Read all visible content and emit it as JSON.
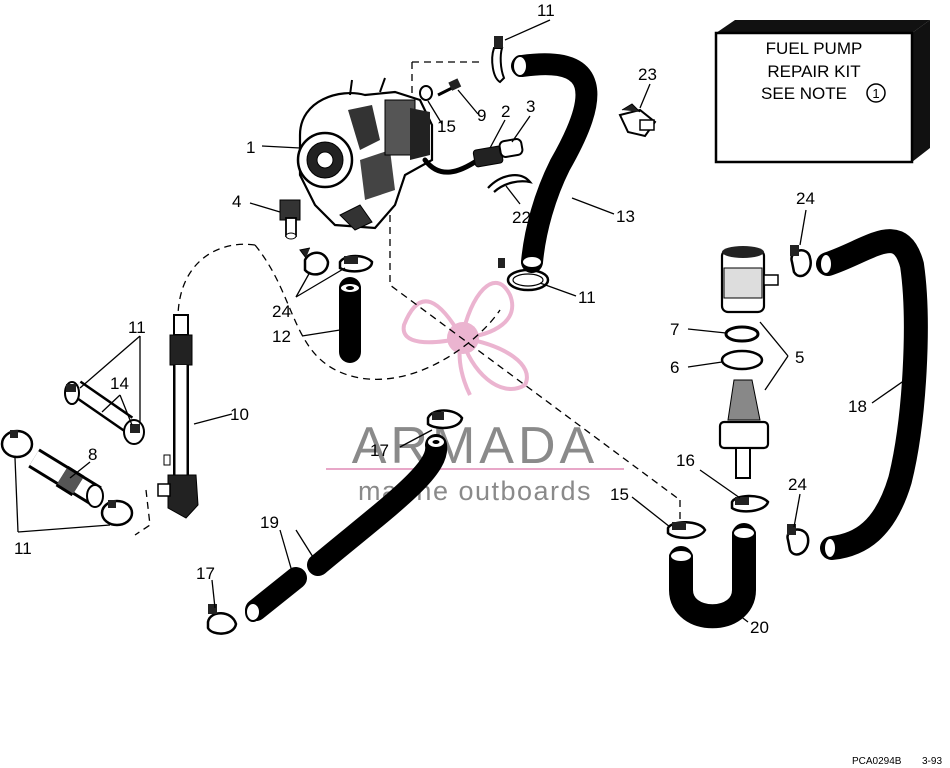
{
  "note_box": {
    "line1": "FUEL PUMP",
    "line2": "REPAIR KIT",
    "line3": "SEE NOTE",
    "note_number": "1"
  },
  "callouts": {
    "c1": "1",
    "c2": "2",
    "c3": "3",
    "c4": "4",
    "c5": "5",
    "c6": "6",
    "c7": "7",
    "c8": "8",
    "c9": "9",
    "c10": "10",
    "c11a": "11",
    "c11b": "11",
    "c11c": "11",
    "c11d": "11",
    "c12": "12",
    "c13": "13",
    "c14": "14",
    "c15a": "15",
    "c15b": "15",
    "c16": "16",
    "c17a": "17",
    "c17b": "17",
    "c18": "18",
    "c19": "19",
    "c20": "20",
    "c22": "22",
    "c23": "23",
    "c24a": "24",
    "c24b": "24",
    "c24c": "24"
  },
  "watermark": {
    "brand": "ARMADA",
    "tagline": "marine outboards",
    "colors": {
      "logo_pink": "#e8a7c8",
      "text_gray": "#8a8a8a"
    }
  },
  "footer": {
    "code": "PCA0294B",
    "date": "3-93"
  }
}
